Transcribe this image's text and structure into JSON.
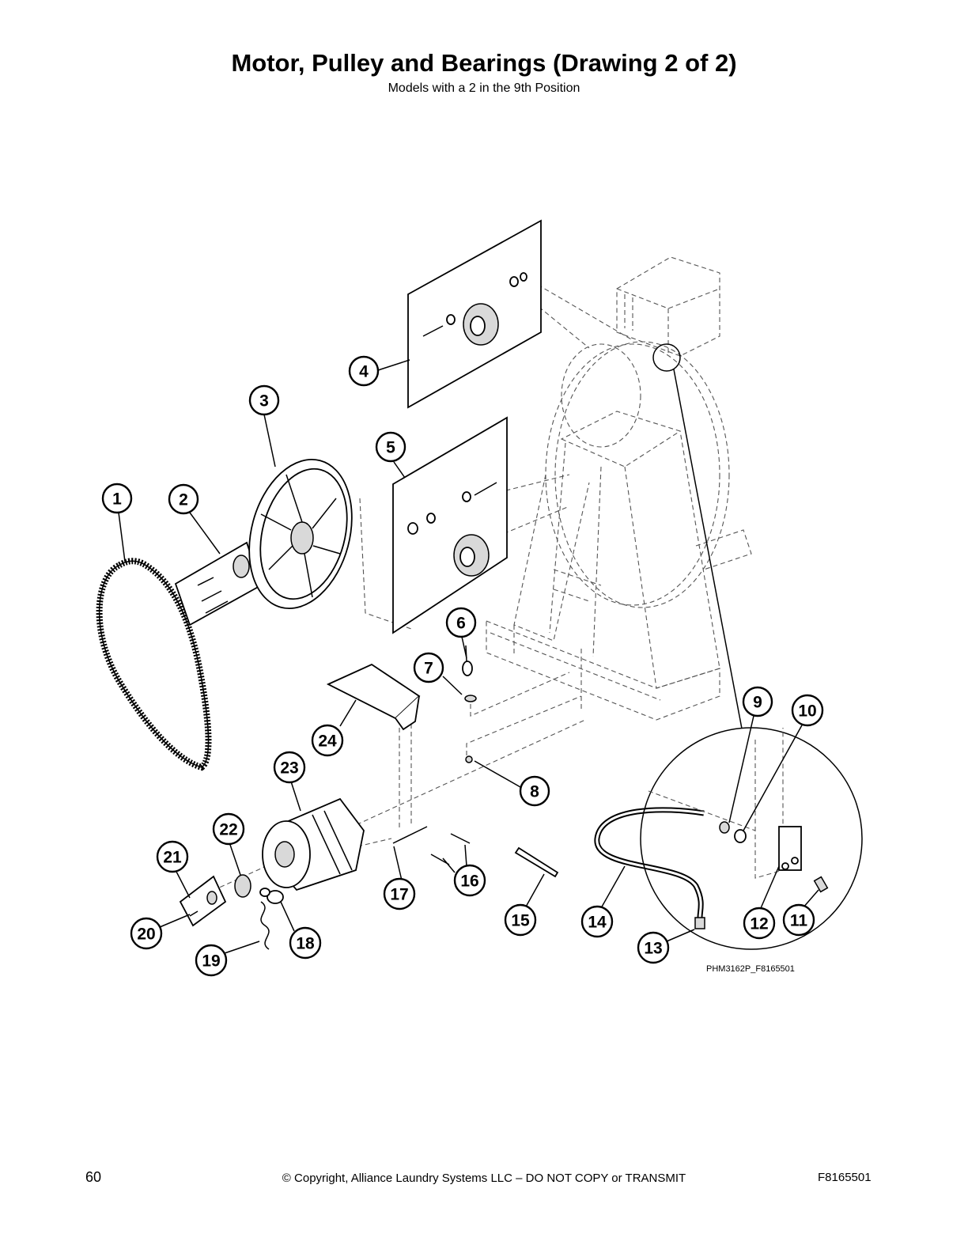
{
  "header": {
    "title": "Motor, Pulley and Bearings (Drawing 2 of 2)",
    "subtitle": "Models with a 2 in the 9th Position"
  },
  "drawing": {
    "drawing_id": "PHM3162P_F8165501",
    "callouts": [
      "1",
      "2",
      "3",
      "4",
      "5",
      "6",
      "7",
      "8",
      "9",
      "10",
      "11",
      "12",
      "13",
      "14",
      "15",
      "16",
      "17",
      "18",
      "19",
      "20",
      "21",
      "22",
      "23",
      "24"
    ]
  },
  "footer": {
    "page_number": "60",
    "copyright": "© Copyright, Alliance Laundry Systems LLC – DO NOT COPY or TRANSMIT",
    "document_code": "F8165501"
  }
}
